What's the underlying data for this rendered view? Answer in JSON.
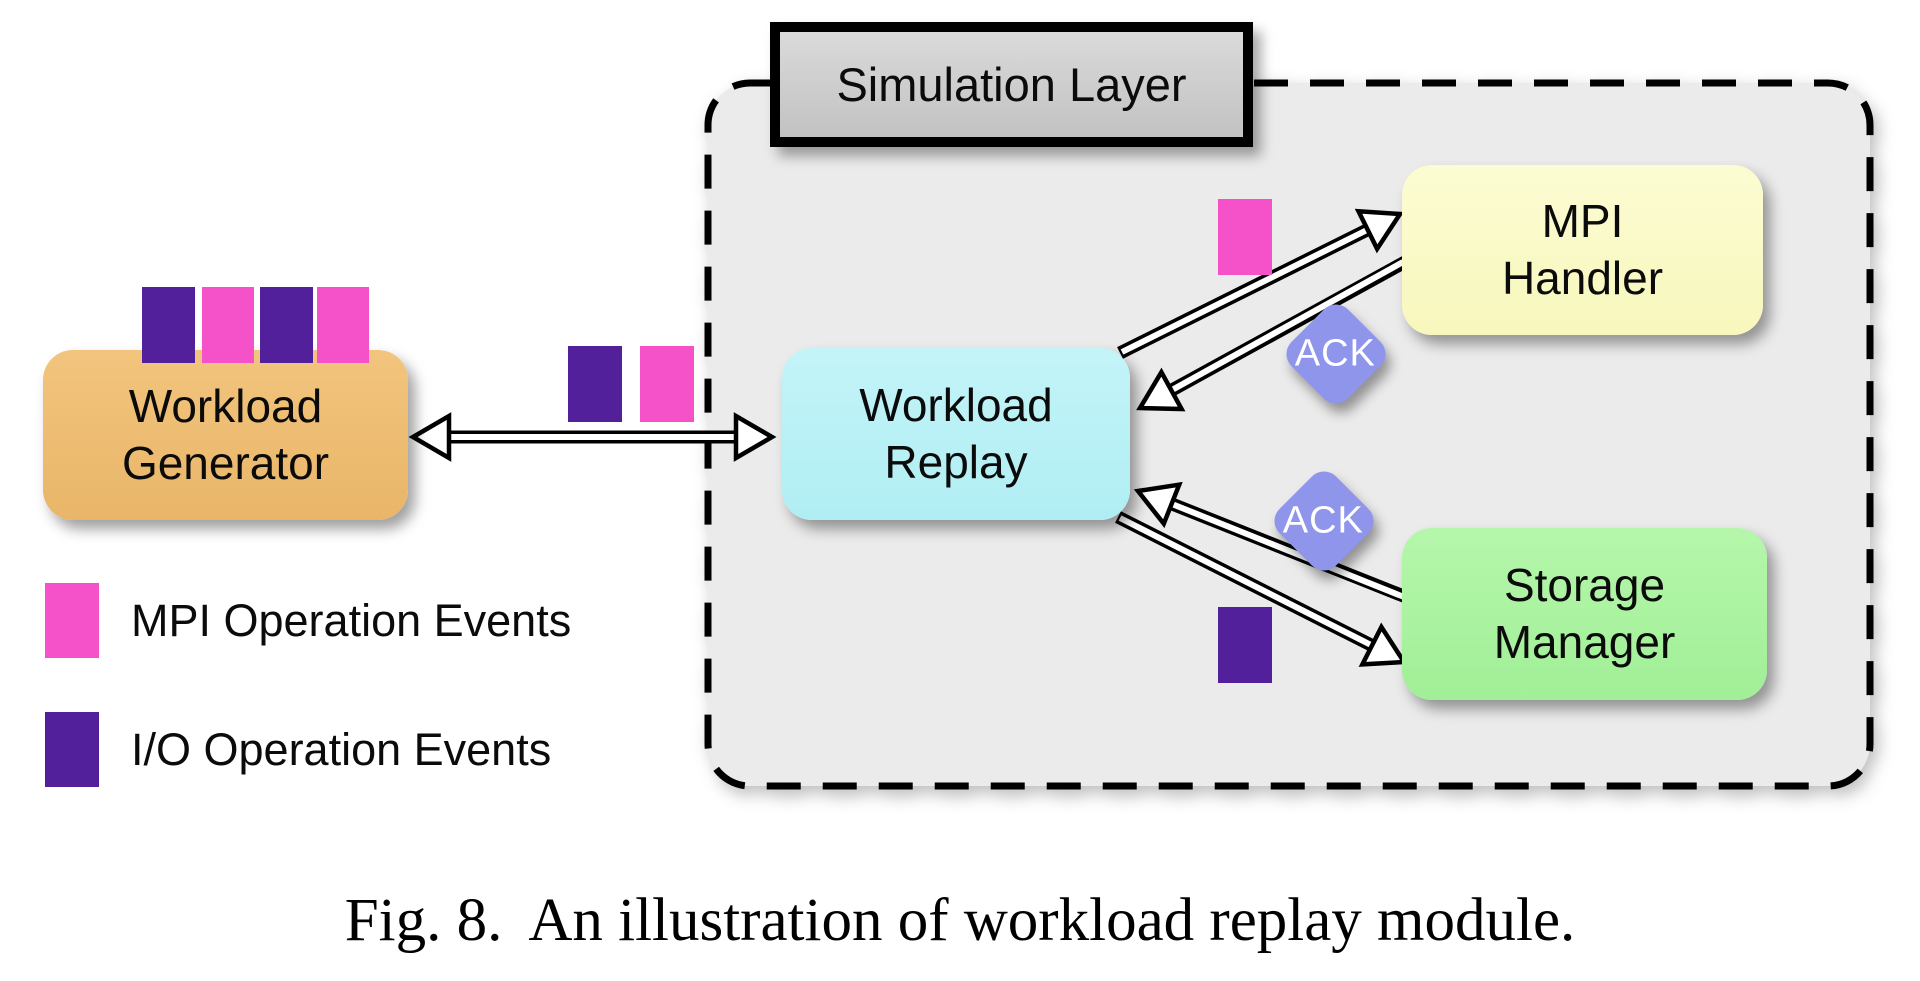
{
  "simulation_layer": {
    "title": "Simulation Layer",
    "background_color": "#EBEBEB"
  },
  "nodes": {
    "workload_generator": {
      "label": "Workload\nGenerator",
      "color": "#EFBD72"
    },
    "workload_replay": {
      "label": "Workload\nReplay",
      "color": "#BDF2F6"
    },
    "mpi_handler": {
      "label": "MPI\nHandler",
      "color": "#FBFBC9"
    },
    "storage_manager": {
      "label": "Storage\nManager",
      "color": "#ABF2A1"
    }
  },
  "ack_badges": [
    {
      "label": "ACK"
    },
    {
      "label": "ACK"
    }
  ],
  "legend": [
    {
      "label": "MPI Operation Events",
      "color": "#F552C9"
    },
    {
      "label": "I/O Operation Events",
      "color": "#52209B"
    }
  ],
  "colors": {
    "mpi_event": "#F552C9",
    "io_event": "#52209B",
    "ack_badge": "#8E95EB",
    "title_plate": "#CCCCCC"
  },
  "caption": {
    "label": "Fig. 8.",
    "text": "An illustration of workload replay module."
  }
}
